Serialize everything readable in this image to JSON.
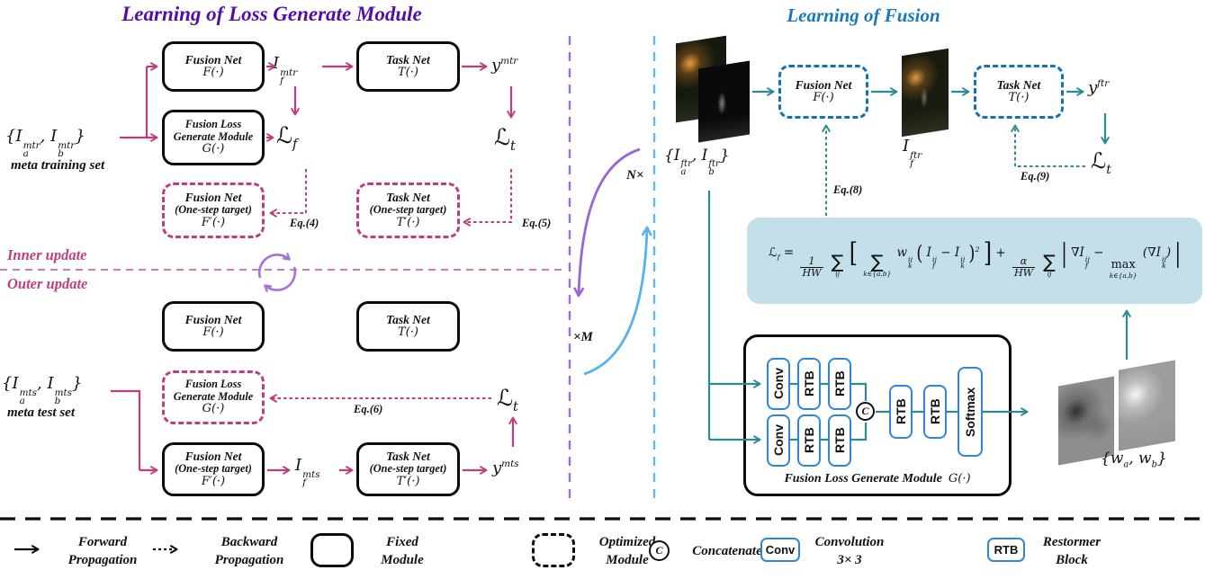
{
  "colors": {
    "pink": "#bf3d7d",
    "purple_title": "#530da8",
    "blue_title": "#1878be",
    "purple_line": "#a06ce0",
    "blue_line": "#63b9ee",
    "teal": "#2b8a93",
    "box_blue": "#1272b8",
    "block_blue": "#2e86d8",
    "formula_bg": "#c3e0ea",
    "black": "#0b0b0b"
  },
  "left": {
    "title": "Learning of Loss Generate Module",
    "meta_train": {
      "set": "{I_{a}^{mtr}, I_{b}^{mtr}}",
      "caption": "meta training set"
    },
    "meta_test": {
      "set": "{I_{a}^{mts}, I_{b}^{mts}}",
      "caption": "meta test set"
    },
    "fusion_net": {
      "name": "Fusion Net",
      "fn": "F(·)"
    },
    "task_net": {
      "name": "Task Net",
      "fn": "T(·)"
    },
    "flgm": {
      "name1": "Fusion Loss",
      "name2": "Generate Module",
      "fn": "G(·)"
    },
    "fusion_net_os": {
      "name": "Fusion Net",
      "sub": "(One-step target)",
      "fn": "F′(·)"
    },
    "task_net_os": {
      "name": "Task Net",
      "sub": "(One-step target)",
      "fn": "T′(·)"
    },
    "if_mtr": "I_{f}^{mtr}",
    "y_mtr": "y^{mtr}",
    "if_mts": "I_{f}^{mts}",
    "y_mts": "y^{mts}",
    "loss_f": "ℒ_{f}",
    "loss_t": "ℒ_{t}",
    "eq4": "Eq.(4)",
    "eq5": "Eq.(5)",
    "eq6": "Eq.(6)",
    "inner": "Inner update",
    "outer": "Outer update"
  },
  "center": {
    "n_times": "N×",
    "m_times": "×M"
  },
  "right": {
    "title": "Learning of Fusion",
    "input_set": "{I_{a}^{ftr}, I_{b}^{ftr}}",
    "fusion_net": {
      "name": "Fusion Net",
      "fn": "F(·)"
    },
    "task_net": {
      "name": "Task Net",
      "fn": "T(·)"
    },
    "if_ftr": "I_{f}^{ftr}",
    "y_ftr": "y^{ftr}",
    "loss_t": "ℒ_{t}",
    "eq8": "Eq.(8)",
    "eq9": "Eq.(9)",
    "equation": {
      "lhs": "ℒ_{f} =",
      "frac1_num": "1",
      "frac1_den": "HW",
      "sum_sym": "∑",
      "sum1_lim": "ij",
      "lbracket": "[",
      "sum2_lim": "k∈{a,b}",
      "weights": "w_{k}^{ij}",
      "lparen": "(",
      "inner": "I_{f}^{ij} − I_{k}^{ij}",
      "rparen": ")",
      "power": "2",
      "rbracket": "]",
      "plus": "+",
      "frac2_num": "α",
      "frac2_den": "HW",
      "sum3_lim": "ij",
      "lbar": "|",
      "grad_term": "∇I_{f}^{ij} −",
      "max_op": "max",
      "max_lim": "k∈{a,b}",
      "grad_max": "(∇I_{k}^{ij})",
      "rbar": "|"
    },
    "module": {
      "label": "Fusion Loss Generate Module",
      "fn": "G(·)",
      "conv": "Conv",
      "rtb": "RTB",
      "softmax": "Softmax",
      "concat": "C"
    },
    "weights_set": "{w_{a}, w_{b}}"
  },
  "legend": {
    "forward": [
      "Forward",
      "Propagation"
    ],
    "backward": [
      "Backward",
      "Propagation"
    ],
    "fixed": [
      "Fixed",
      "Module"
    ],
    "optimized": [
      "Optimized",
      "Module"
    ],
    "concat_sym": "C",
    "concatenate": "Concatenate",
    "conv": "Conv",
    "convolution": [
      "Convolution",
      "3× 3"
    ],
    "rtb": "RTB",
    "restormer": [
      "Restormer",
      "Block"
    ]
  }
}
